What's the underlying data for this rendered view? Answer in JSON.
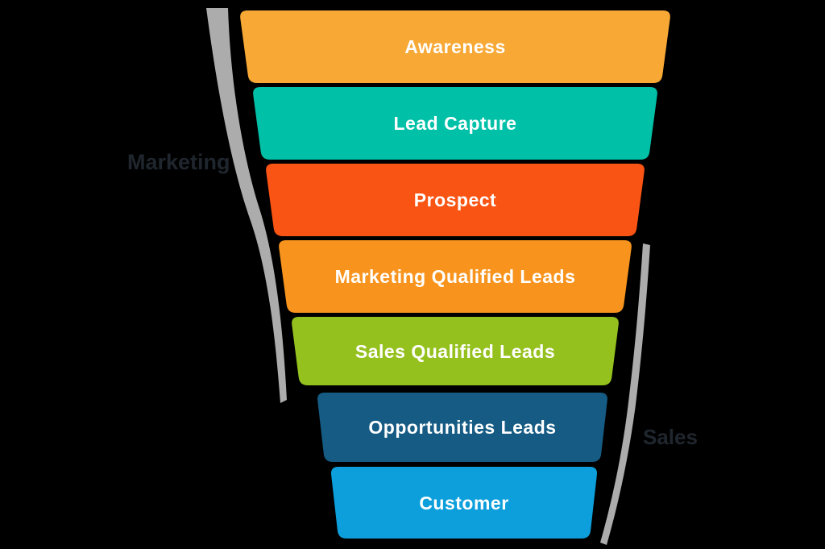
{
  "chart_data": {
    "type": "funnel",
    "stages": [
      {
        "label": "Awareness",
        "color": "#F7A835"
      },
      {
        "label": "Lead Capture",
        "color": "#00C0A8"
      },
      {
        "label": "Prospect",
        "color": "#F95413"
      },
      {
        "label": "Marketing Qualified Leads",
        "color": "#F8941D"
      },
      {
        "label": "Sales Qualified Leads",
        "color": "#95C11F"
      },
      {
        "label": "Opportunities Leads",
        "color": "#155B84"
      },
      {
        "label": "Customer",
        "color": "#0C9FDB"
      }
    ],
    "annotations": [
      {
        "text": "Marketing",
        "side": "left"
      },
      {
        "text": "Sales",
        "side": "right"
      }
    ],
    "legend_position": "none",
    "grid": false
  },
  "side_labels": {
    "left": {
      "text": "Marketing"
    },
    "right": {
      "text": "Sales"
    }
  },
  "colors": {
    "background": "#000000",
    "swoosh": "#ACACAC",
    "annotation_text": "#20262E",
    "stage_text": "#FFFFFF"
  }
}
